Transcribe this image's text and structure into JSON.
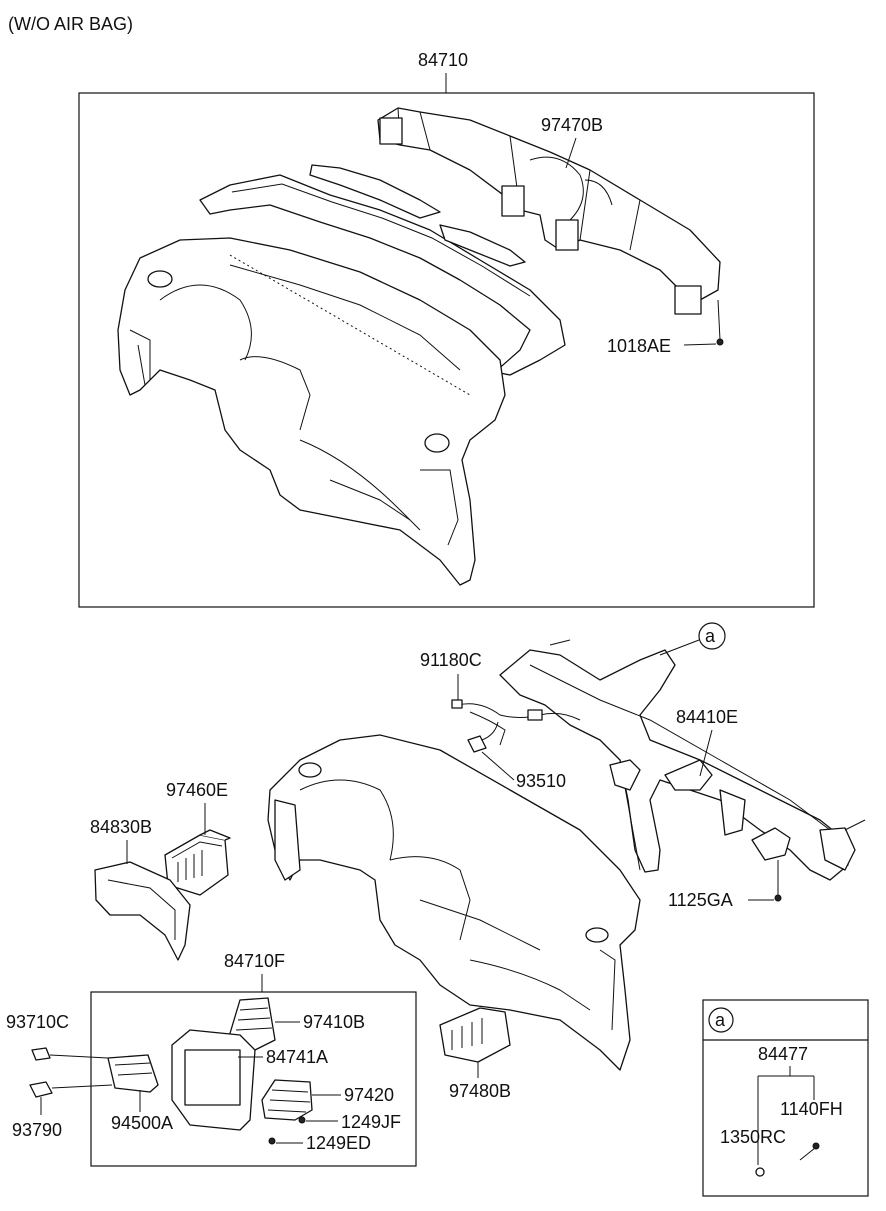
{
  "header": {
    "note": "(W/O AIR BAG)"
  },
  "callouts": {
    "c84710": "84710",
    "c97470B": "97470B",
    "c1018AE": "1018AE",
    "c91180C": "91180C",
    "c84410E": "84410E",
    "c93510": "93510",
    "c97460E": "97460E",
    "c84830B": "84830B",
    "c1125GA": "1125GA",
    "c84710F": "84710F",
    "c93710C": "93710C",
    "c97410B": "97410B",
    "c84741A": "84741A",
    "c97420": "97420",
    "c1249JF": "1249JF",
    "c1249ED": "1249ED",
    "c93790": "93790",
    "c94500A": "94500A",
    "c97480B": "97480B"
  },
  "ref_marker": {
    "letter": "a"
  },
  "detail_box": {
    "letter": "a",
    "c84477": "84477",
    "c1140FH": "1140FH",
    "c1350RC": "1350RC"
  }
}
